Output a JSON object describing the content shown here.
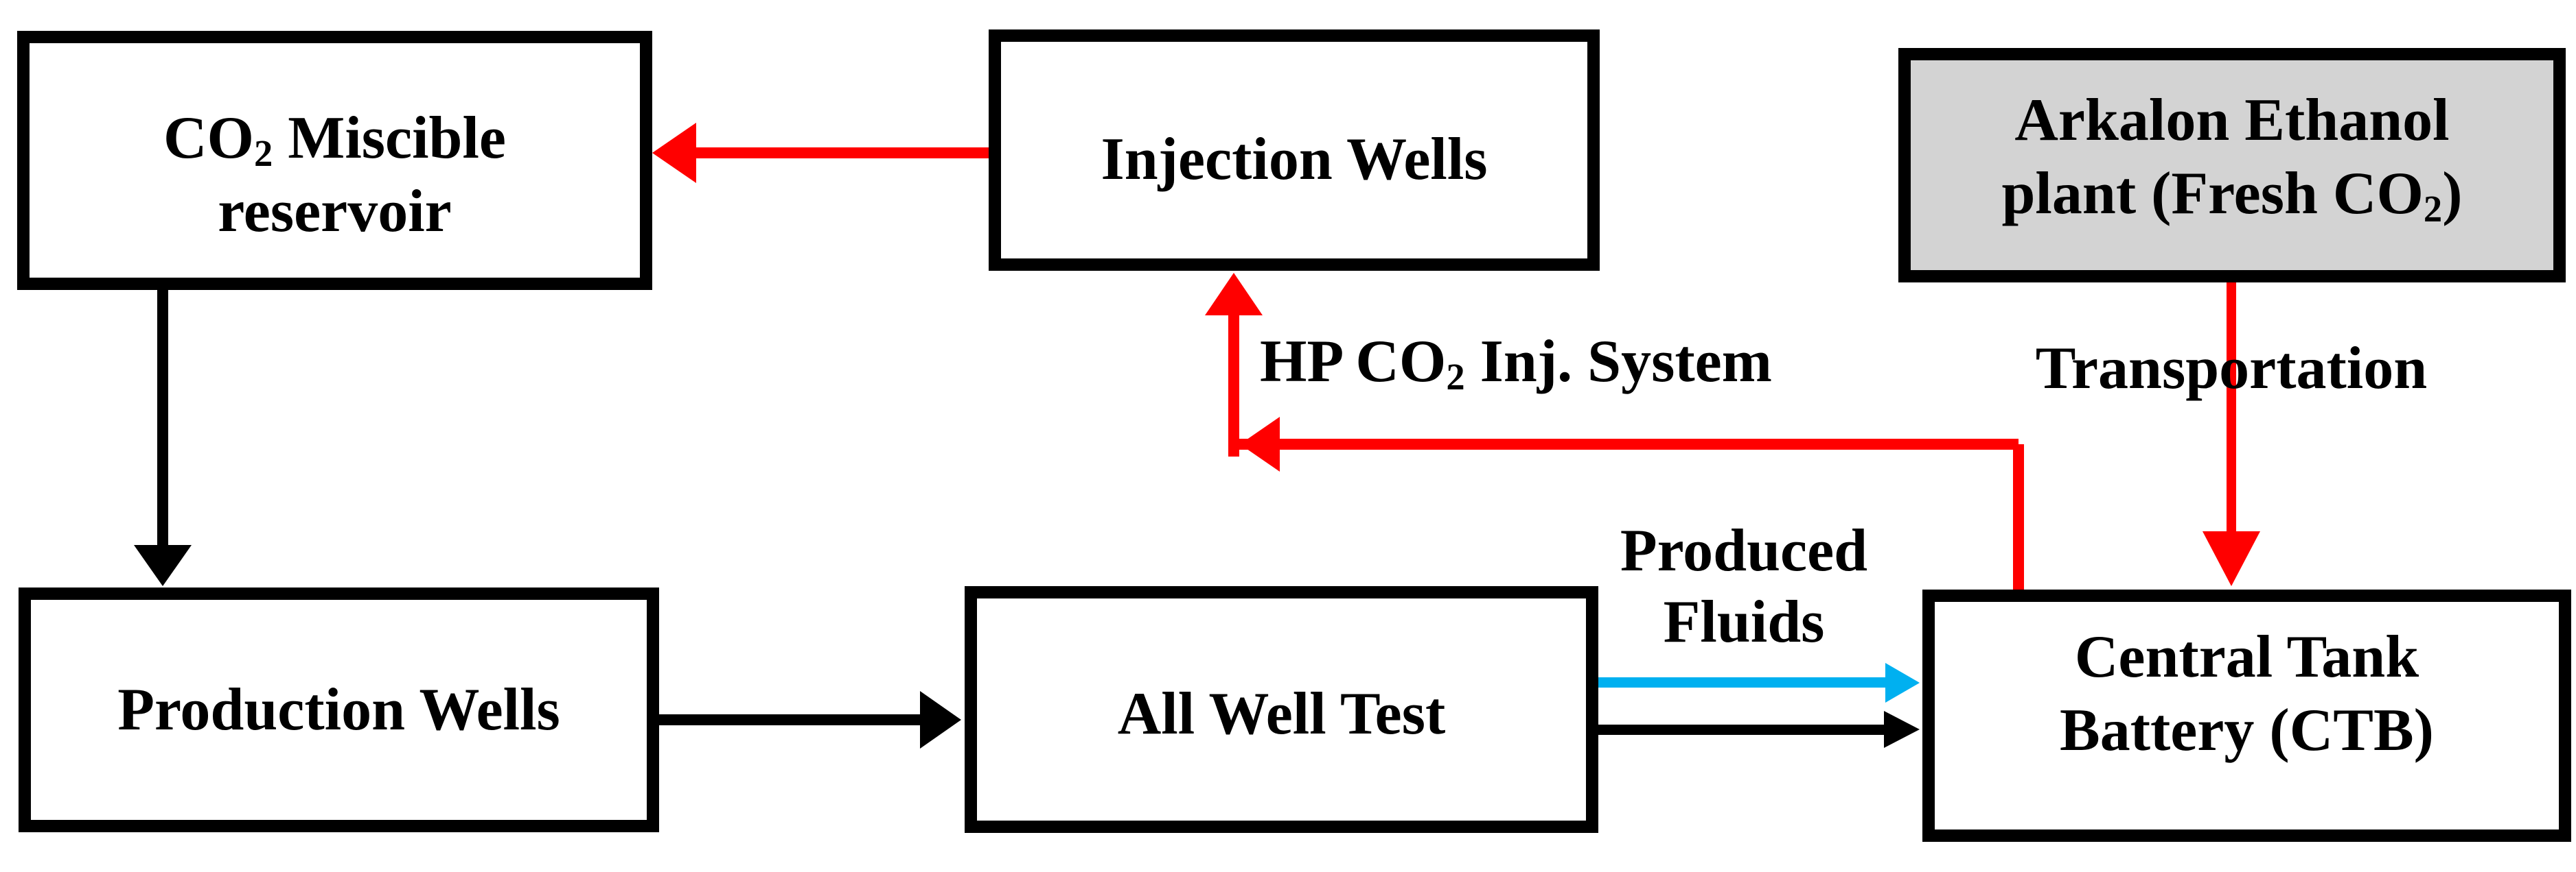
{
  "diagram": {
    "title_semantic": "CO2 EOR process flow diagram",
    "colors": {
      "ink": "#000000",
      "red": "#FF0000",
      "blue": "#00B0F0",
      "gray_fill": "#D3D3D3",
      "paper": "#FFFFFF"
    },
    "boxes": {
      "reservoir": {
        "line1_pre": "CO",
        "line1_sub": "2",
        "line1_post": " Miscible",
        "line2": "reservoir"
      },
      "injection": {
        "label": "Injection Wells"
      },
      "arkalon": {
        "line1": "Arkalon Ethanol",
        "line2_pre": "plant (Fresh CO",
        "line2_sub": "2",
        "line2_post": ")"
      },
      "production": {
        "label": "Production Wells"
      },
      "all_well_test": {
        "label": "All Well Test"
      },
      "ctb": {
        "line1": "Central Tank",
        "line2": "Battery (CTB)"
      }
    },
    "labels": {
      "hp_pre": "HP CO",
      "hp_sub": "2",
      "hp_post": " Inj. System",
      "transportation": "Transportation",
      "produced_line1": "Produced",
      "produced_line2": "Fluids"
    }
  }
}
